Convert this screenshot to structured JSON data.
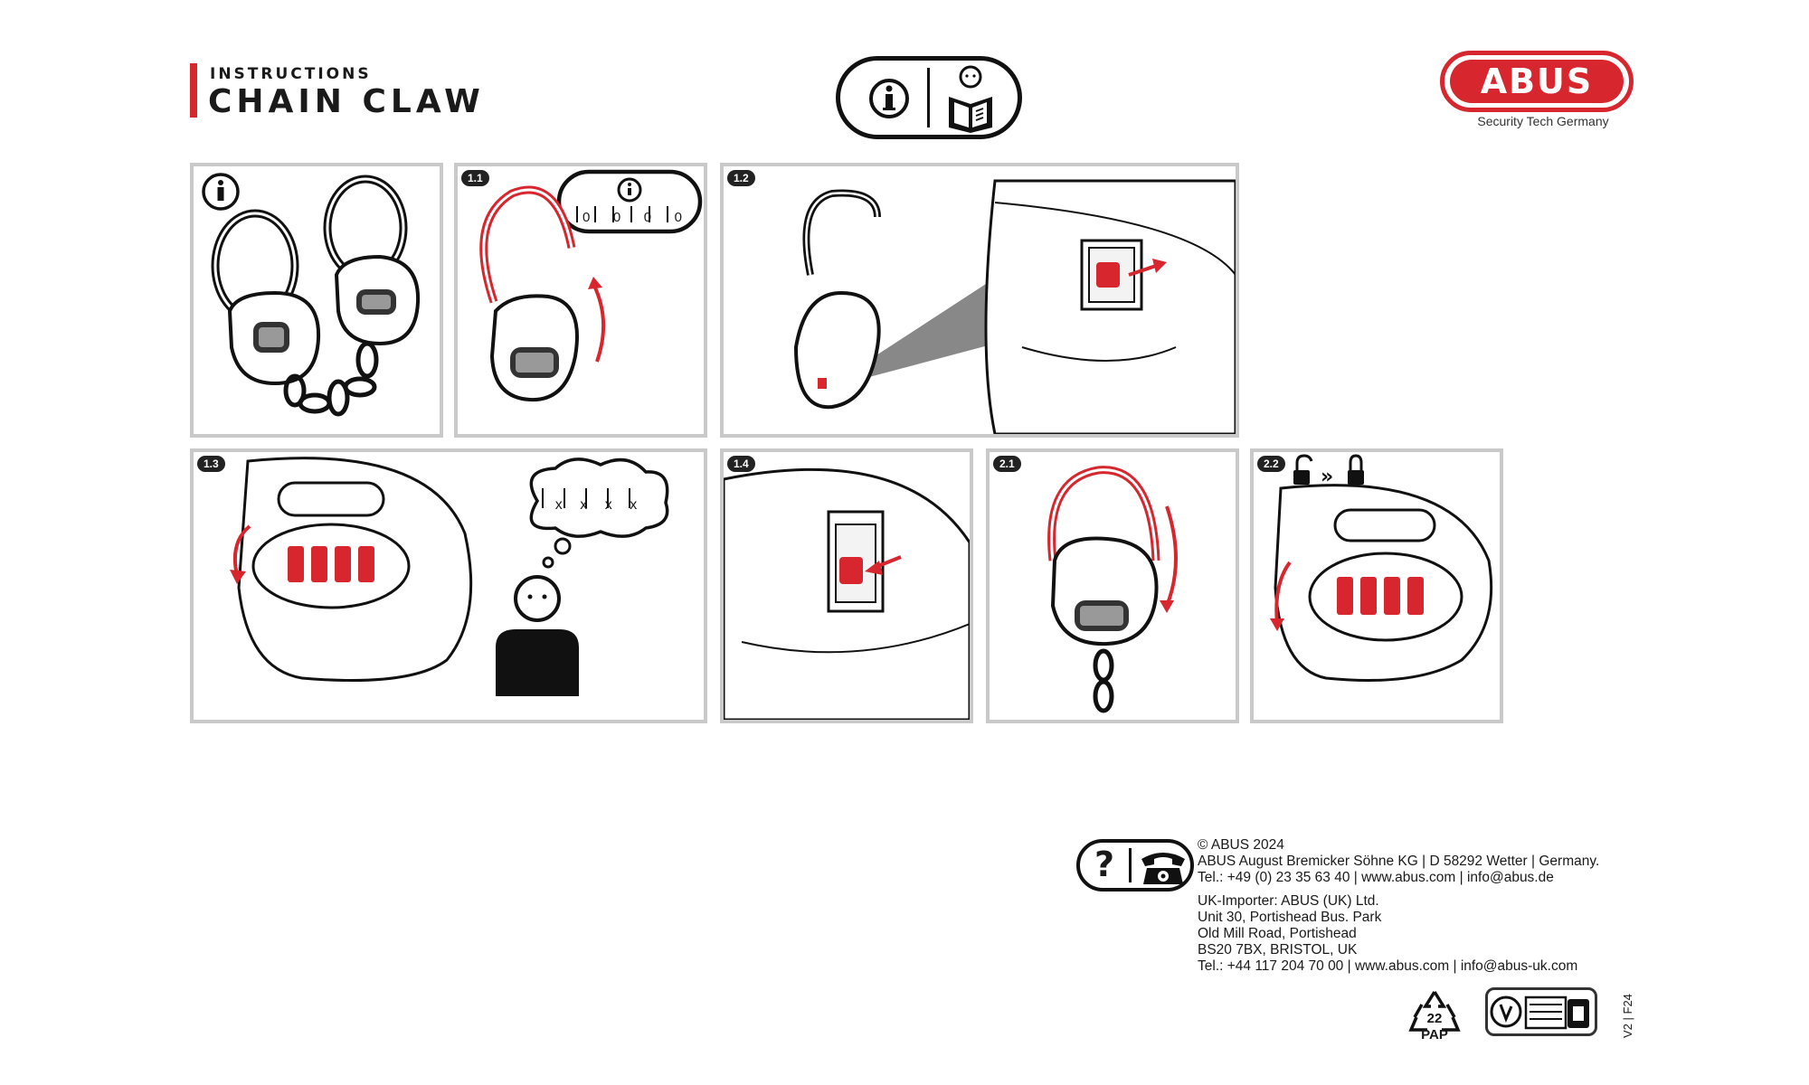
{
  "header": {
    "subtitle": "INSTRUCTIONS",
    "title": "CHAIN CLAW",
    "logo_text": "ABUS",
    "logo_tagline": "Security Tech Germany"
  },
  "panels": [
    {
      "id": "info",
      "label": ""
    },
    {
      "id": "1.1",
      "label": "1.1",
      "code": [
        "0",
        "0",
        "0",
        "0"
      ]
    },
    {
      "id": "1.2",
      "label": "1.2"
    },
    {
      "id": "1.3",
      "label": "1.3",
      "code": [
        "x",
        "x",
        "x",
        "x"
      ]
    },
    {
      "id": "1.4",
      "label": "1.4"
    },
    {
      "id": "2.1",
      "label": "2.1"
    },
    {
      "id": "2.2",
      "label": "2.2"
    }
  ],
  "footer": {
    "copyright": "© ABUS 2024",
    "company": "ABUS August Bremicker Söhne KG | D 58292 Wetter | Germany.",
    "contact_de": "Tel.: +49 (0) 23 35 63 40 | www.abus.com | info@abus.de",
    "uk_importer": "UK-Importer: ABUS (UK) Ltd.",
    "uk_address_1": "Unit 30, Portishead Bus. Park",
    "uk_address_2": "Old Mill Road, Portishead",
    "uk_address_3": "BS20 7BX, BRISTOL, UK",
    "contact_uk": "Tel.: +44 117 204 70 00 | www.abus.com | info@abus-uk.com",
    "recycle_number": "22",
    "recycle_label": "PAP",
    "version": "V2 | F24",
    "help_symbol": "?"
  },
  "colors": {
    "accent": "#d7262e",
    "frame": "#c9c9c9"
  },
  "icons": [
    "info-icon",
    "manual-reader-icon",
    "help-icon",
    "phone-icon",
    "recycle-icon",
    "triman-icon",
    "open-lock-icon",
    "closed-lock-icon",
    "thought-bubble-icon",
    "person-icon"
  ]
}
